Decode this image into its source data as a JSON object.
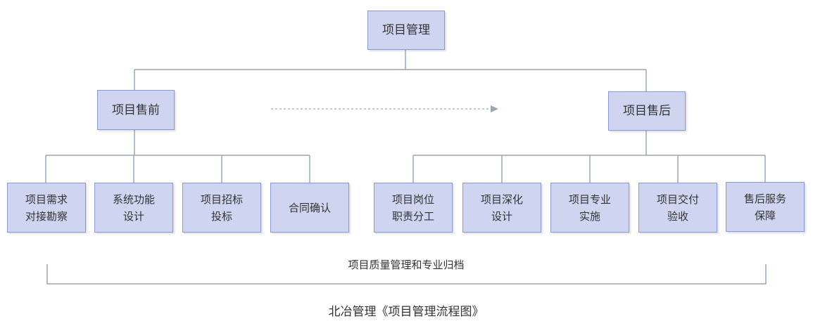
{
  "root": {
    "label": "项目管理"
  },
  "phases": {
    "pre_sales": {
      "label": "项目售前"
    },
    "post_sales": {
      "label": "项目售后"
    }
  },
  "pre_sales_tasks": [
    {
      "lines": [
        "项目需求",
        "对接勘察"
      ]
    },
    {
      "lines": [
        "系统功能",
        "设计"
      ]
    },
    {
      "lines": [
        "项目招标",
        "投标"
      ]
    },
    {
      "lines": [
        "合同确认"
      ]
    }
  ],
  "post_sales_tasks": [
    {
      "lines": [
        "项目岗位",
        "职责分工"
      ]
    },
    {
      "lines": [
        "项目深化",
        "设计"
      ]
    },
    {
      "lines": [
        "项目专业",
        "实施"
      ]
    },
    {
      "lines": [
        "项目交付",
        "验收"
      ]
    },
    {
      "lines": [
        "售后服务",
        "保障"
      ]
    }
  ],
  "bracket_label": "项目质量管理和专业归档",
  "caption": "北冶管理《项目管理流程图》",
  "colors": {
    "box_fill": "#cfd5f0",
    "box_border": "#8a98cf",
    "connector": "#9aa6b2",
    "dashed_arrow": "#9aa6b2"
  }
}
